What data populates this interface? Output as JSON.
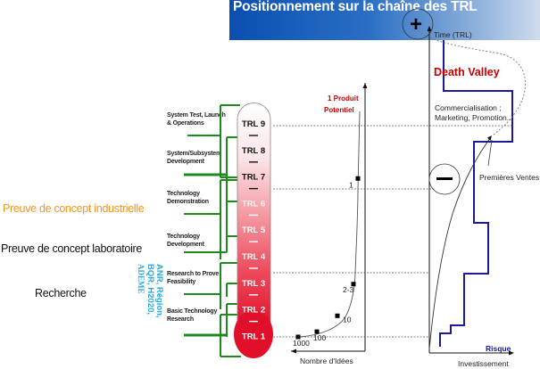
{
  "header": {
    "title": "Positionnement sur la chaîne des TRL"
  },
  "left_labels": {
    "industrial": "Preuve de concept industrielle",
    "laboratory": "Preuve de concept laboratoire",
    "research": "Recherche"
  },
  "funding": {
    "lines": [
      "ANR, Région,",
      "BQR, H2020,",
      "ADEME"
    ]
  },
  "trl_categories": [
    {
      "line1": "System Test, Launch",
      "line2": "& Operations"
    },
    {
      "line1": "System/Subsystem",
      "line2": "Development"
    },
    {
      "line1": "Technology",
      "line2": "Demonstration"
    },
    {
      "line1": "Technology",
      "line2": "Development"
    },
    {
      "line1": "Research to Prove",
      "line2": "Feasibility"
    },
    {
      "line1": "Basic Technology",
      "line2": "Research"
    }
  ],
  "trl_levels": [
    "TRL 9",
    "TRL 8",
    "TRL 7",
    "TRL 6",
    "TRL 5",
    "TRL 4",
    "TRL 3",
    "TRL 2",
    "TRL 1"
  ],
  "ideas_chart": {
    "title_line1": "1 Produit",
    "title_line2": "Potentiel",
    "xlabel": "Nombre d'Idées",
    "points": [
      {
        "label": "1000",
        "trl": 1
      },
      {
        "label": "100",
        "trl": 1.2
      },
      {
        "label": "10",
        "trl": 1.8
      },
      {
        "label": "2-3",
        "trl": 3
      },
      {
        "label": "1",
        "trl": 7
      }
    ]
  },
  "investment_chart": {
    "y_axis_label": "Time (TRL)",
    "x_axis_label": "Investissement",
    "risk_label": "Risque",
    "death_valley": "Death Valley",
    "commercial_line1": "Commercialisation ;",
    "commercial_line2": "Marketing, Promotion...",
    "first_sales": "Premières Ventes",
    "plus_symbol": "+",
    "minus_symbol": "—"
  },
  "colors": {
    "header_blue": "#0a4fb0",
    "bracket_green": "#1e8a1e",
    "bulb_red": "#e0102a",
    "death_valley_red": "#cc0000",
    "risk_blue": "#1a1a9a",
    "industrial_orange": "#f7941d",
    "funding_cyan": "#27a9e1"
  }
}
